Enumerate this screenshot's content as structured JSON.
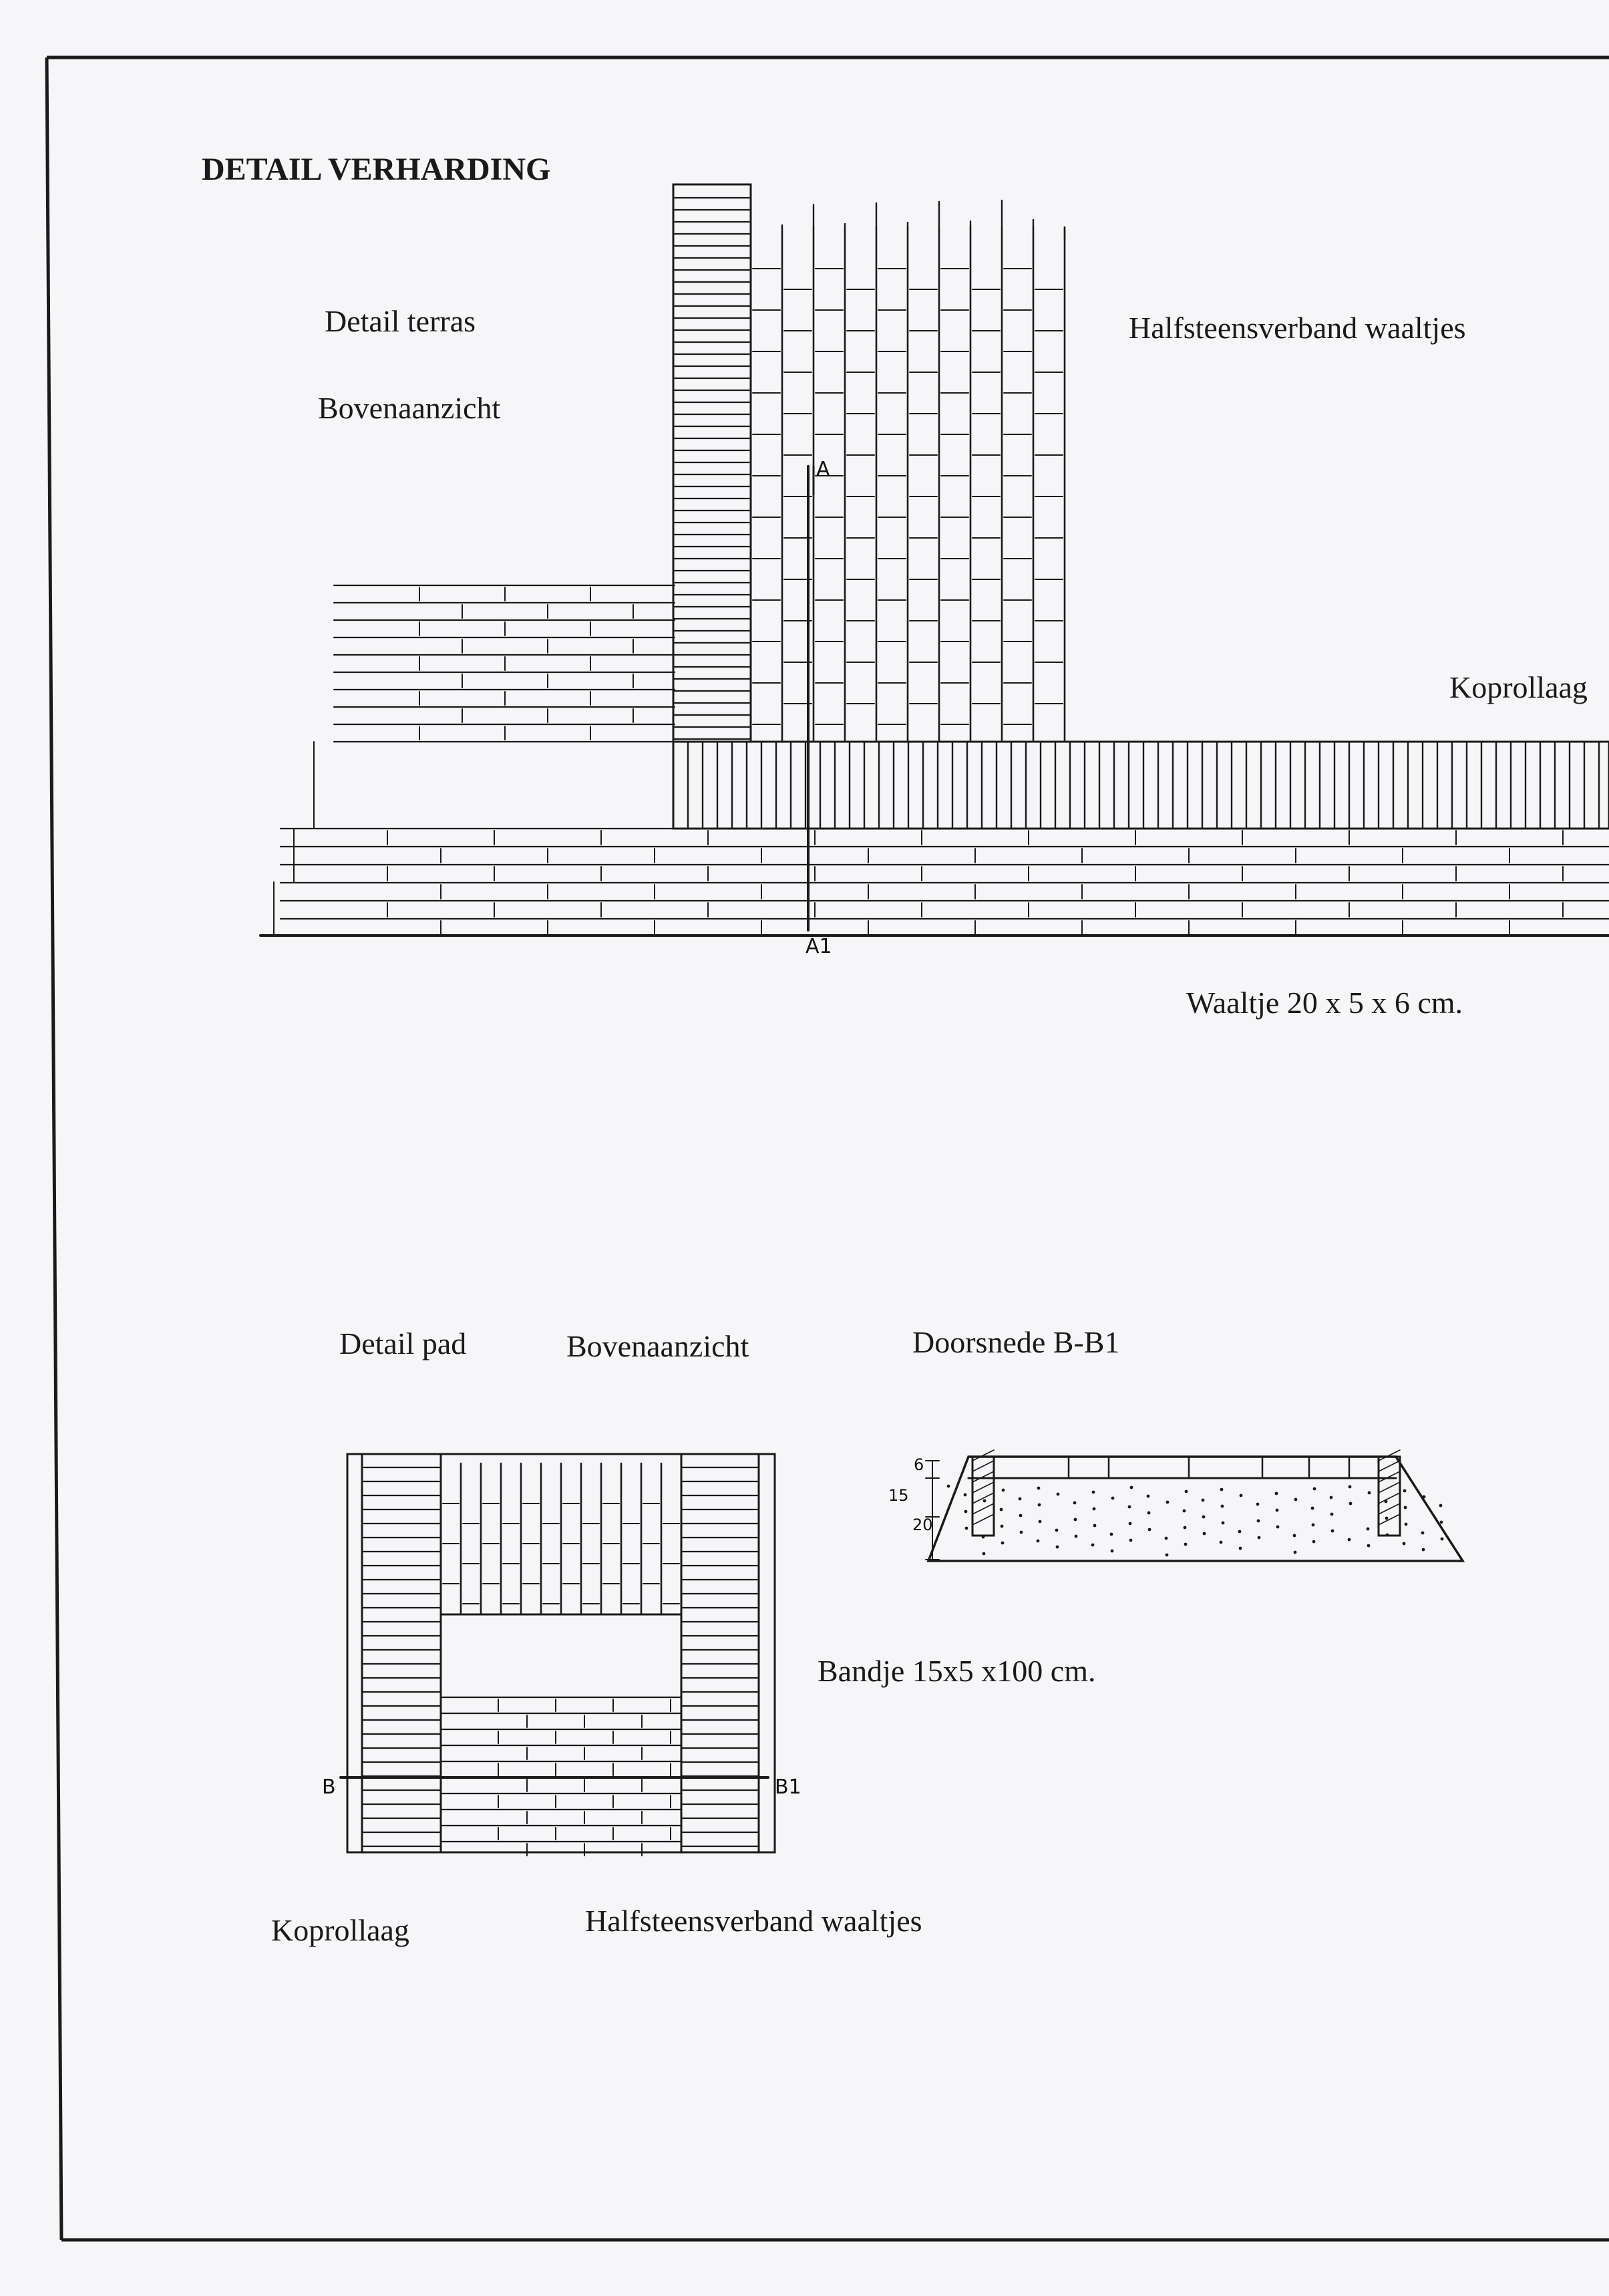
{
  "title": "DETAIL VERHARDING",
  "terras": {
    "heading": "Detail terras",
    "view": "Bovenaanzicht",
    "label_pattern": "Halfsteensverband waaltjes",
    "label_edge": "Koprollaag",
    "label_brick": "Waaltje 20 x 5 x 6 cm.",
    "section_start": "A",
    "section_end": "A1"
  },
  "pad": {
    "heading": "Detail pad",
    "view": "Bovenaanzicht",
    "label_edge": "Koprollaag",
    "label_pattern": "Halfsteensverband waaltjes",
    "section_start": "B",
    "section_end": "B1"
  },
  "doorsnede": {
    "heading": "Doorsnede B-B1",
    "label_curb": "Bandje 15x5 x100 cm.",
    "dim_top": "6",
    "dim_mid": "15",
    "dim_bottom": "20"
  },
  "colors": {
    "ink": "#1a1a1a",
    "paper": "#f6f5f7"
  }
}
